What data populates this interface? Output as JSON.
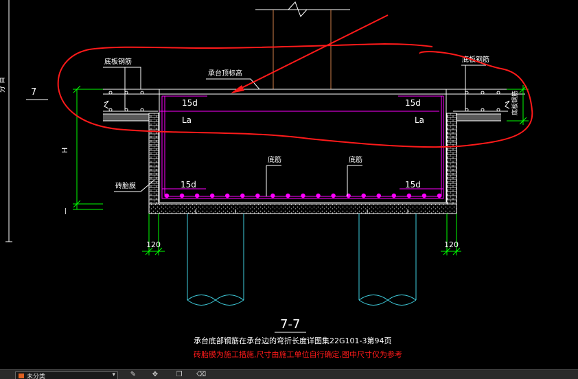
{
  "labels": {
    "bottom_plate_rebar_left": "底板钢筋",
    "bottom_plate_rebar_right": "底板钢筋",
    "cap_top_elevation": "承台顶标高",
    "len_15d_top_left": "15d",
    "len_la_top_left": "La",
    "len_15d_top_right": "15d",
    "len_la_top_right": "La",
    "bottom_rebar_1": "底筋",
    "bottom_rebar_2": "底筋",
    "len_15d_bottom_left": "15d",
    "len_15d_bottom_right": "15d",
    "brick_formwork": "砖胎膜",
    "dim_H": "H",
    "level_mark": "7",
    "dim_120_left": "120",
    "dim_120_right": "120",
    "side_rebar_vertical": "底板钢筋",
    "left_edge_vertical": "分 目"
  },
  "caption": {
    "section_title": "7-7",
    "note_main": "承台底部钢筋在承台边的弯折长度详图集22G101-3第94页",
    "note_red": "砖胎膜为施工措施,尺寸由施工单位自行确定,图中尺寸仅为参考"
  },
  "toolbar": {
    "layer_label": "未分类",
    "icons": [
      "pen-icon",
      "move-icon",
      "copy-icon",
      "erase-icon"
    ]
  },
  "colors": {
    "background": "#000000",
    "white_line": "#ffffff",
    "green": "#00ff00",
    "magenta": "#ff00ff",
    "red_markup": "#ff1a1a",
    "orange_column": "#d0804a",
    "cyan_pile": "#40d0e0"
  }
}
